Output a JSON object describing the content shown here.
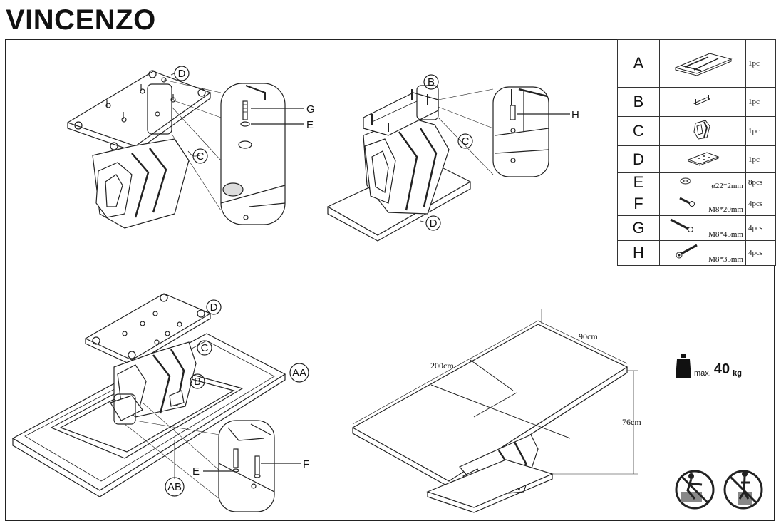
{
  "title": "VINCENZO",
  "parts": [
    {
      "letter": "A",
      "icon": "table-top-icon",
      "size": "",
      "qty": "1pc"
    },
    {
      "letter": "B",
      "icon": "bracket-icon",
      "size": "",
      "qty": "1pc"
    },
    {
      "letter": "C",
      "icon": "pedestal-icon",
      "size": "",
      "qty": "1pc"
    },
    {
      "letter": "D",
      "icon": "base-plate-icon",
      "size": "",
      "qty": "1pc"
    },
    {
      "letter": "E",
      "icon": "washer-icon",
      "size": "ø22*2mm",
      "qty": "8pcs"
    },
    {
      "letter": "F",
      "icon": "bolt-short-icon",
      "size": "M8*20mm",
      "qty": "4pcs"
    },
    {
      "letter": "G",
      "icon": "bolt-long-icon",
      "size": "M8*45mm",
      "qty": "4pcs"
    },
    {
      "letter": "H",
      "icon": "bolt-hex-icon",
      "size": "M8*35mm",
      "qty": "4pcs"
    }
  ],
  "labels": {
    "step1": {
      "d": "D",
      "c": "C",
      "g": "G",
      "e": "E"
    },
    "step2": {
      "b": "B",
      "c": "C",
      "d": "D",
      "h": "H"
    },
    "step3": {
      "d": "D",
      "c": "C",
      "b": "B",
      "aa": "AA",
      "ab": "AB",
      "e": "E",
      "f": "F"
    }
  },
  "dimensions": {
    "length": "200cm",
    "width": "90cm",
    "height": "76cm"
  },
  "max_load": {
    "prefix": "max.",
    "value": "40",
    "unit": "kg"
  },
  "warnings": [
    "no-climbing-icon",
    "no-standing-icon"
  ]
}
